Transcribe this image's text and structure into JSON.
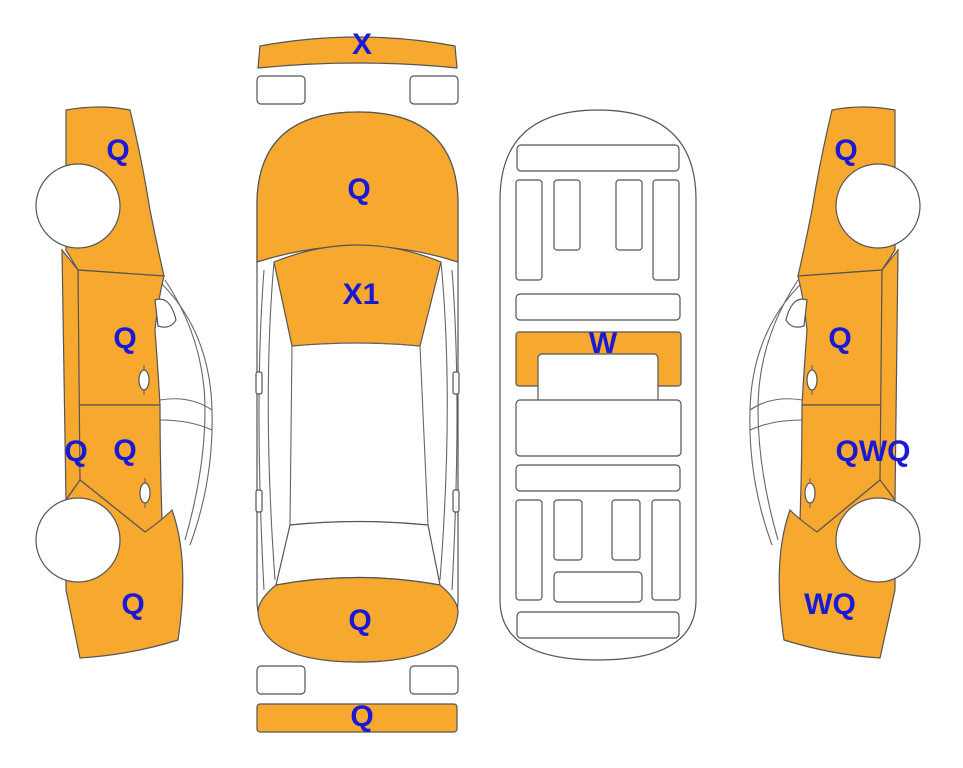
{
  "colors": {
    "damaged_panel": "#f7a82f",
    "outline": "#555555",
    "label": "#1a1ad6",
    "background": "#ffffff"
  },
  "labels": {
    "front_bumper": "X",
    "hood": "Q",
    "windshield": "X1",
    "trunk": "Q",
    "rear_bumper": "Q",
    "floor_center": "W",
    "left_front_fender": "Q",
    "left_front_door": "Q",
    "left_rocker": "Q",
    "left_rear_door": "Q",
    "left_rear_quarter": "Q",
    "right_front_fender": "Q",
    "right_front_door": "Q",
    "right_rear_door": "QWQ",
    "right_rear_quarter": "WQ"
  }
}
